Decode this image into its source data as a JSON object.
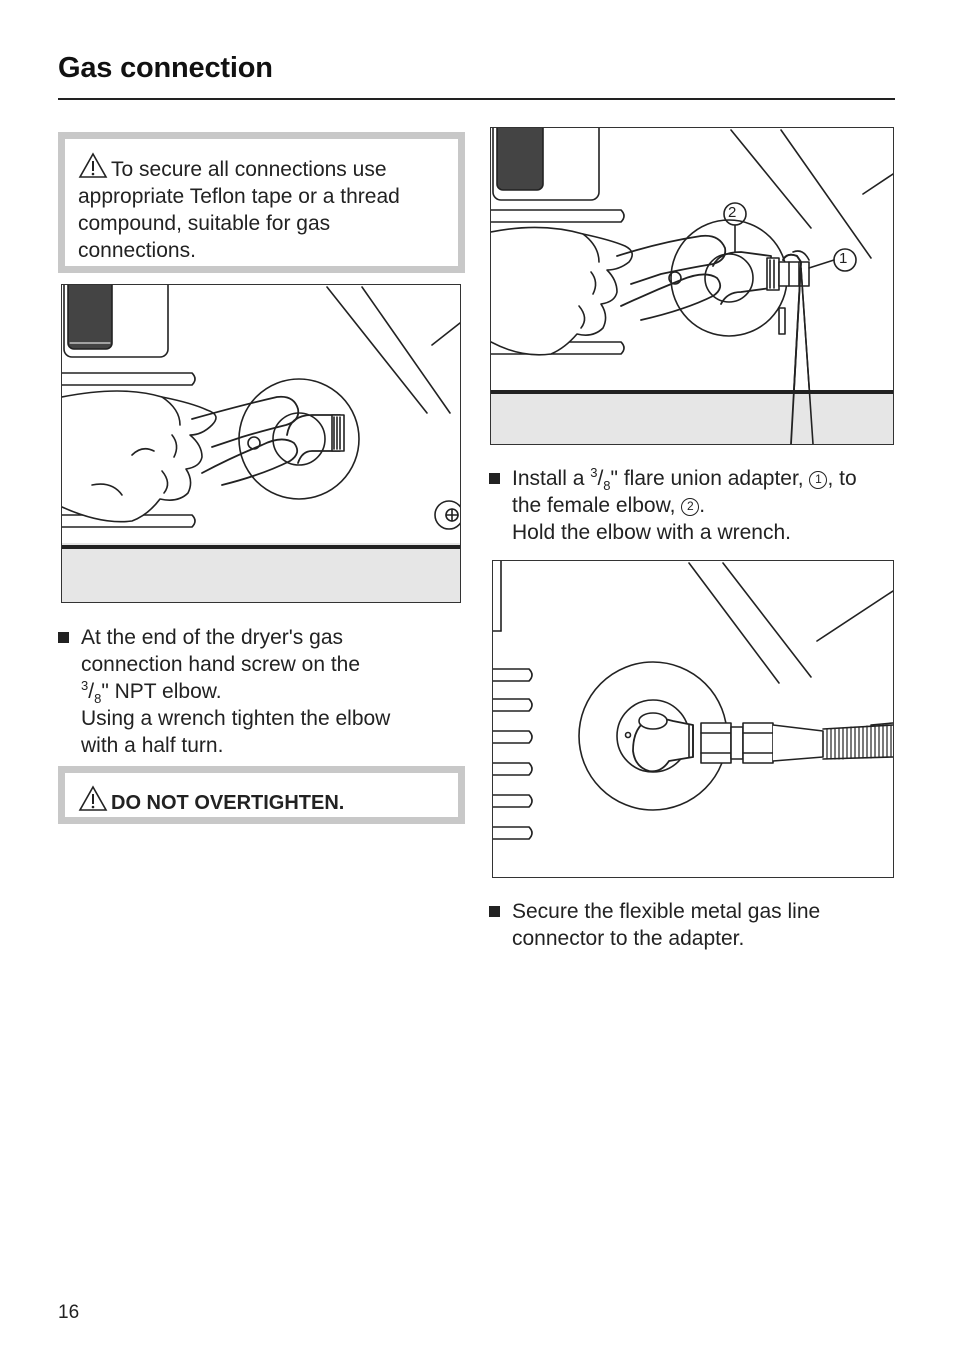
{
  "header": {
    "title": "Gas connection"
  },
  "warnings": {
    "teflon": "To secure all connections use appropriate Teflon tape or a thread compound, suitable for gas connections.",
    "teflon_lines": [
      "To secure all connections use",
      "appropriate Teflon tape or a thread",
      "compound, suitable for gas",
      "connections."
    ],
    "overtighten": "DO NOT OVERTIGHTEN."
  },
  "steps": {
    "step1": {
      "l1": "At the end of the dryer's gas",
      "l2": "connection hand screw on the",
      "l3_num": "3",
      "l3_den": "8",
      "l3_rest": "\" NPT elbow.",
      "l4": "Using a wrench tighten the elbow",
      "l5": "with a half turn."
    },
    "step2": {
      "l1_a": "Install a ",
      "l1_num": "3",
      "l1_den": "8",
      "l1_b": "\" flare union adapter, ",
      "c1": "1",
      "l1_c": ", to",
      "l2_a": "the female elbow, ",
      "c2": "2",
      "l2_b": ".",
      "l3": "Hold the elbow with a wrench."
    },
    "step3": {
      "l1": "Secure the flexible metal gas line",
      "l2": "connector to the adapter."
    }
  },
  "figure_callouts": {
    "one": "1",
    "two": "2"
  },
  "footer": {
    "page_number": "16"
  }
}
